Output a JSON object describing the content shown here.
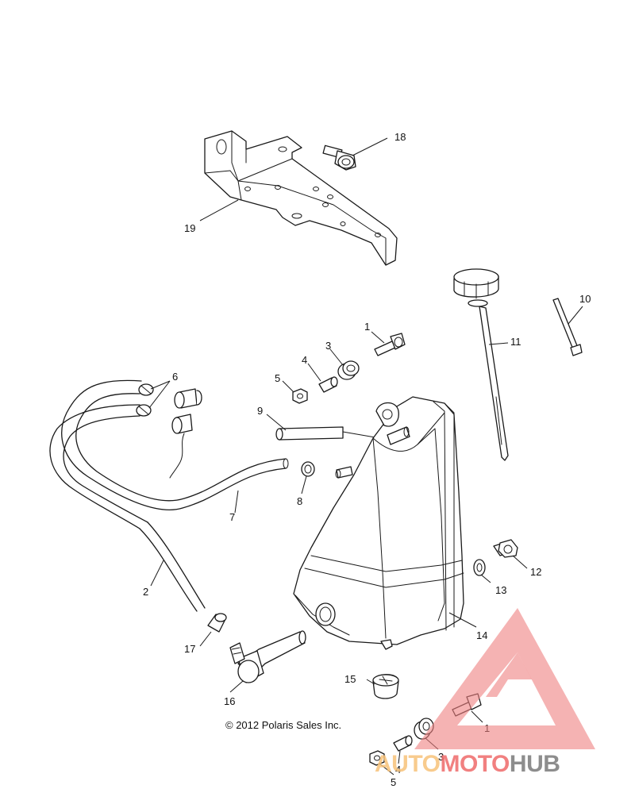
{
  "diagram": {
    "copyright": "© 2012 Polaris Sales Inc.",
    "callouts": [
      "1",
      "2",
      "3",
      "4",
      "5",
      "6",
      "7",
      "8",
      "9",
      "10",
      "11",
      "12",
      "13",
      "14",
      "15",
      "16",
      "17",
      "18",
      "19",
      "1",
      "3",
      "4",
      "5"
    ]
  },
  "watermark": {
    "part1": "AUTO",
    "part2": "MOTO",
    "part3": "HUB",
    "colors": {
      "auto": "#f7c27a",
      "moto": "#ef6b6b",
      "hub": "#7a7a7a",
      "triangle": "#f08080"
    }
  }
}
